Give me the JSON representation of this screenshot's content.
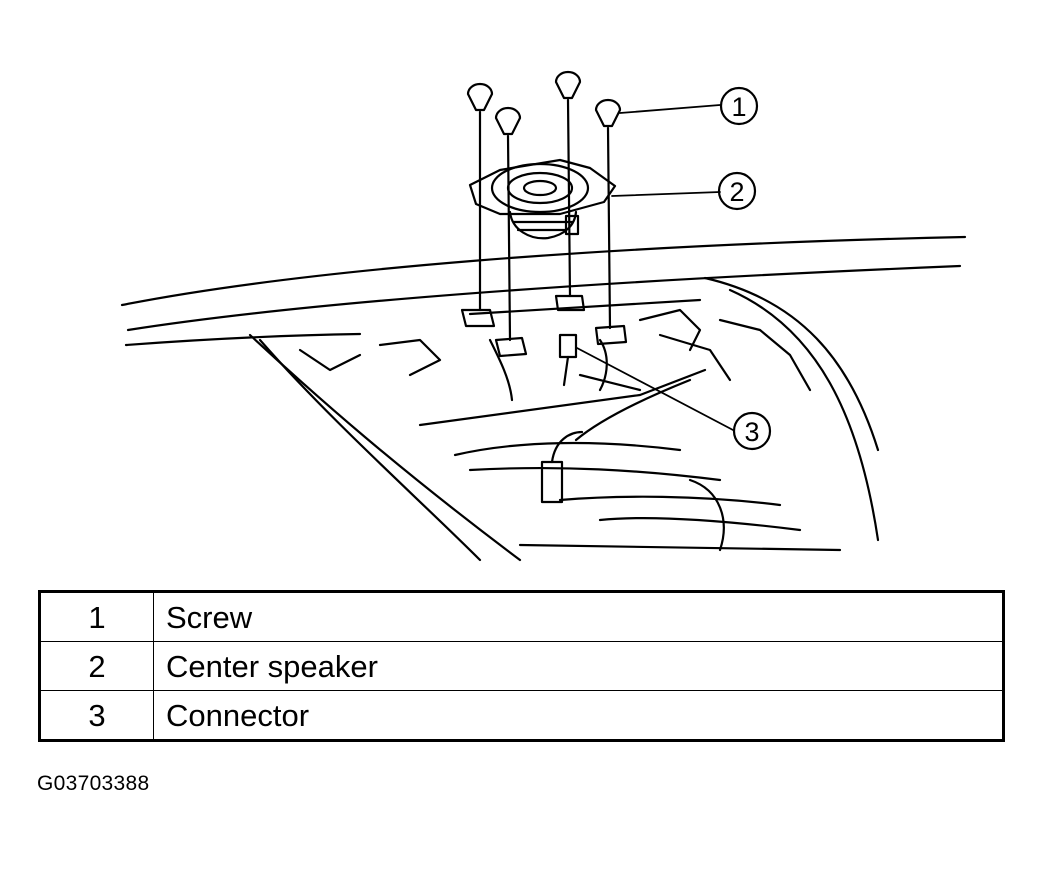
{
  "callouts": [
    {
      "number": "1"
    },
    {
      "number": "2"
    },
    {
      "number": "3"
    }
  ],
  "legend": [
    {
      "number": "1",
      "label": "Screw"
    },
    {
      "number": "2",
      "label": "Center speaker"
    },
    {
      "number": "3",
      "label": "Connector"
    }
  ],
  "figure_id": "G03703388"
}
